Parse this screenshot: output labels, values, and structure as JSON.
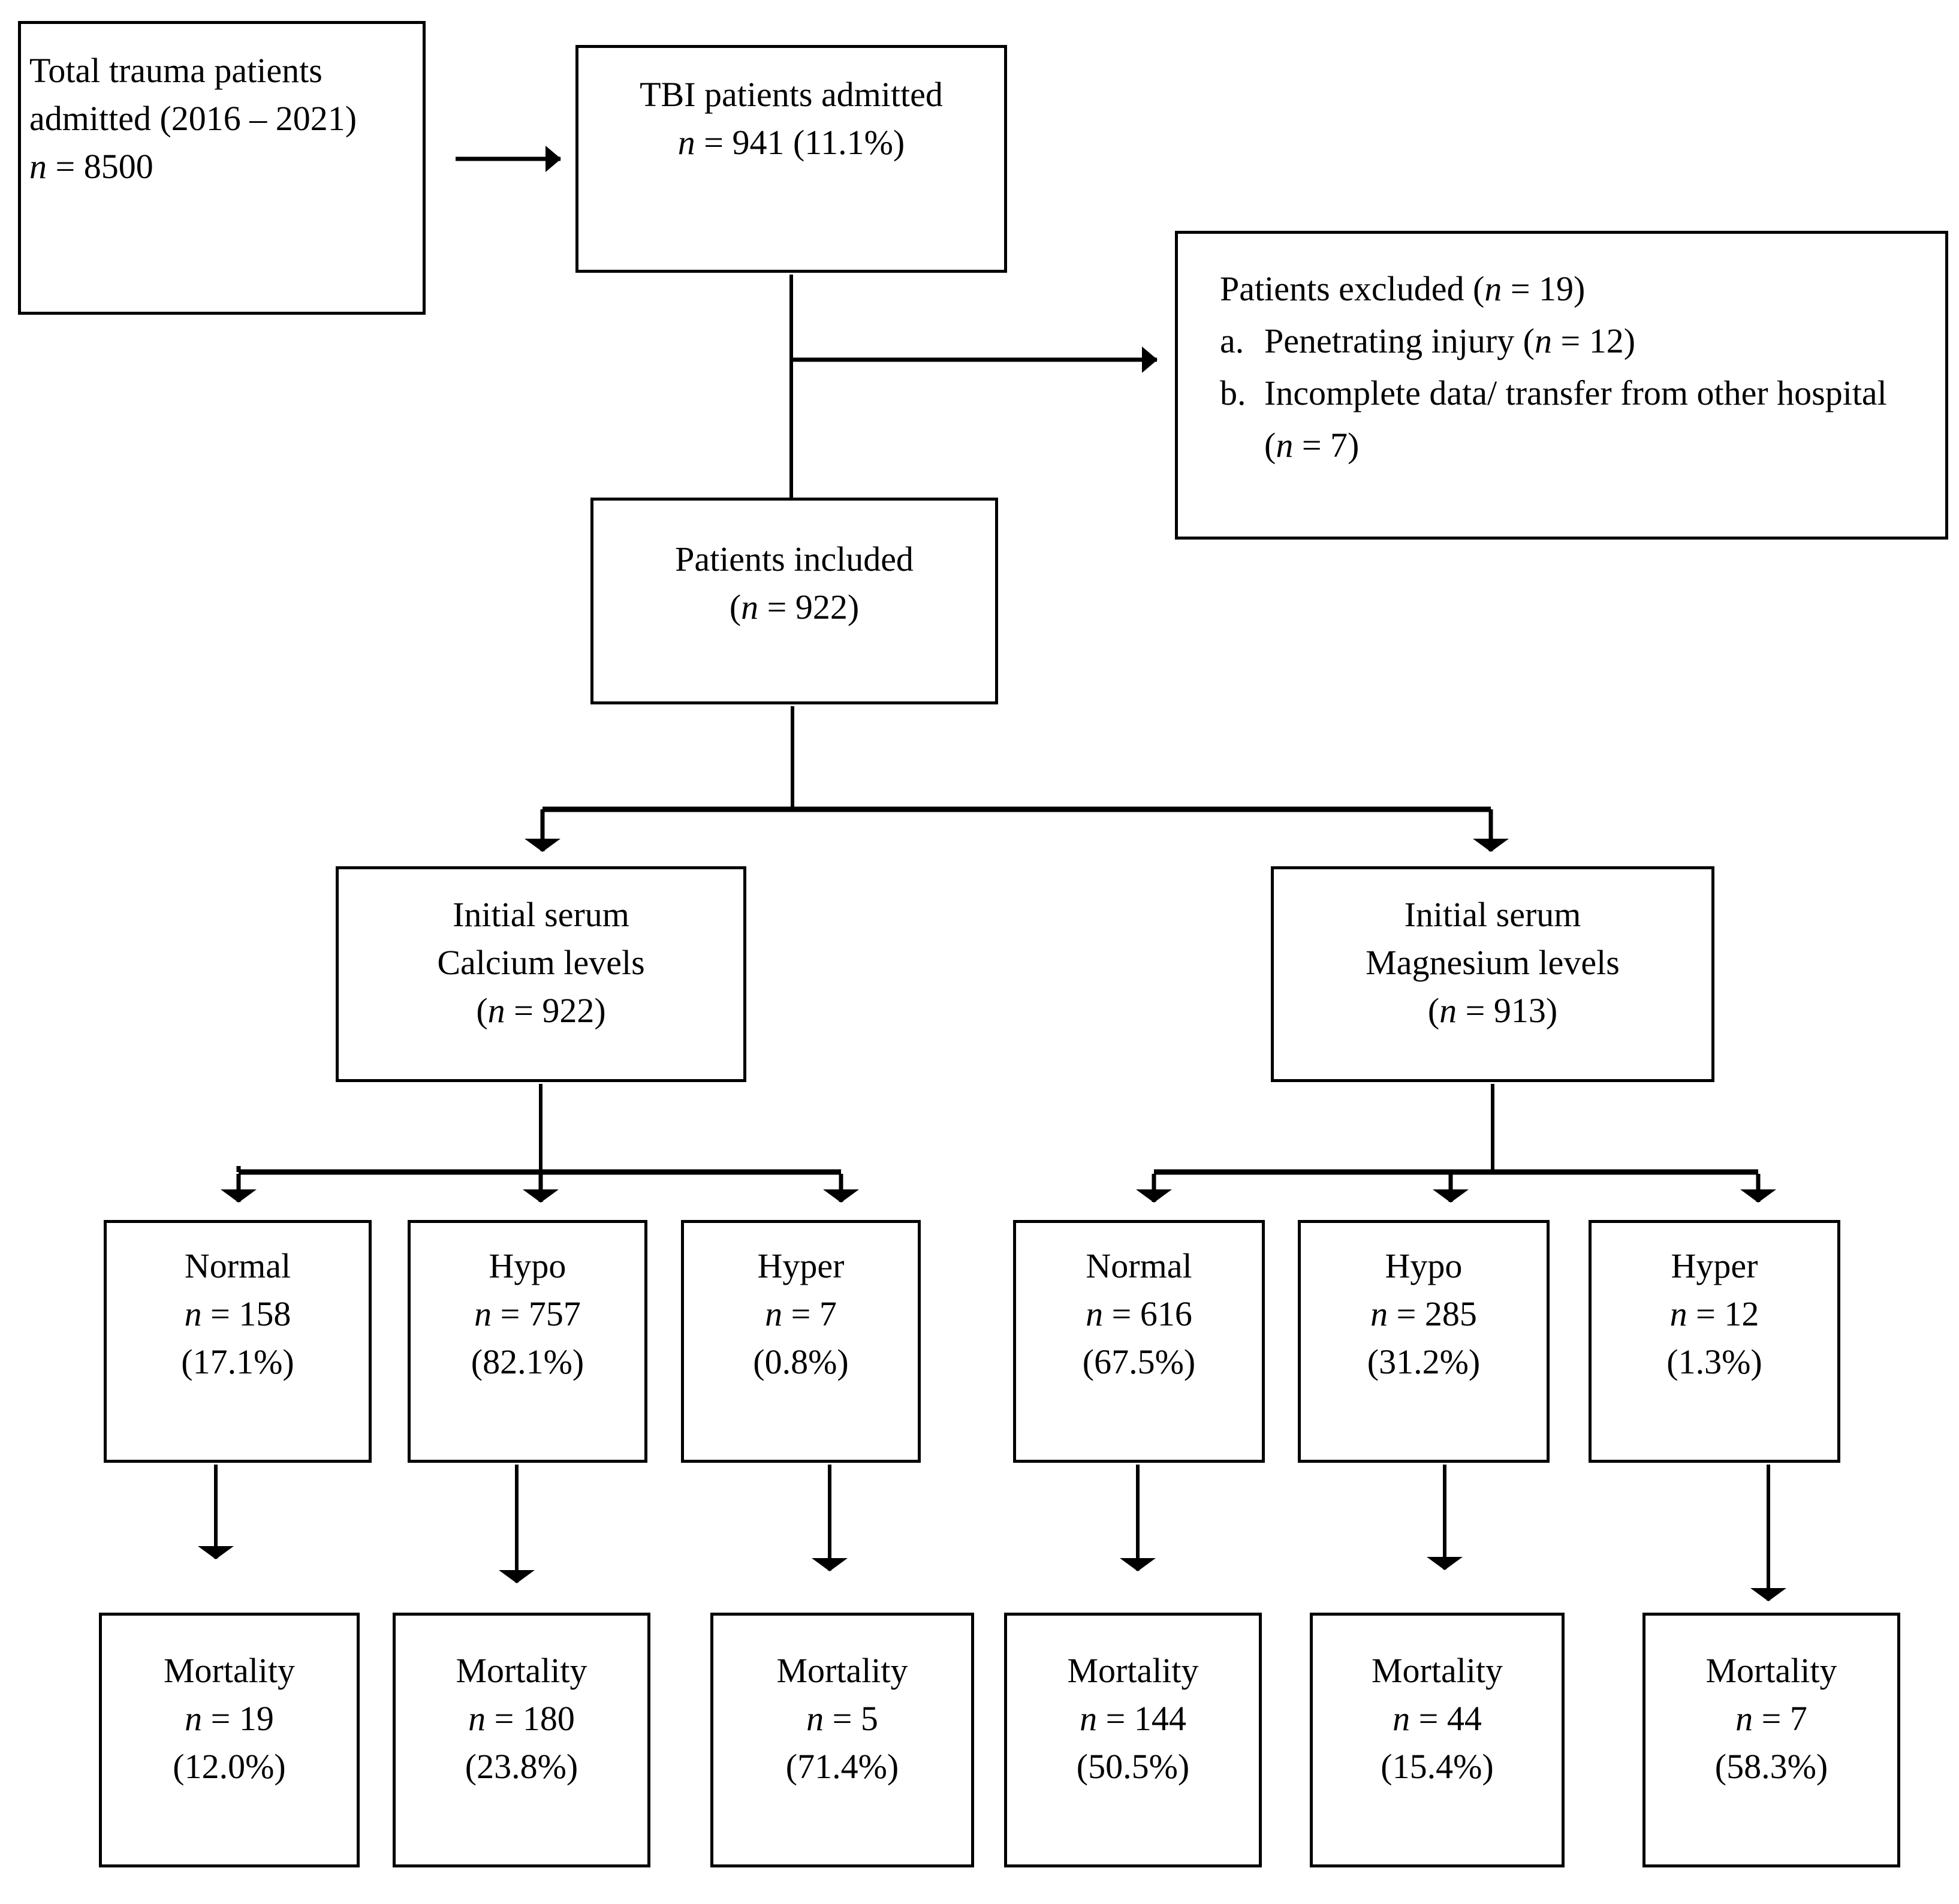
{
  "diagram": {
    "type": "flowchart",
    "title": "Patient selection flow diagram: serum calcium and magnesium levels in TBI patients",
    "ink_color": "#000000",
    "background_color": "#ffffff"
  },
  "nodes": {
    "total_trauma": {
      "name": "total-trauma-patients",
      "lines": [
        "Total trauma patients",
        "admitted (2016 – 2021)",
        "n = 8500"
      ],
      "value": 8500
    },
    "tbi_admitted": {
      "name": "tbi-patients-admitted",
      "lines": [
        "TBI patients admitted",
        "n = 941 (11.1%)"
      ],
      "value": 941,
      "percent": "11.1%"
    },
    "excluded": {
      "name": "patients-excluded",
      "header": "Patients excluded (n = 19)",
      "value": 19,
      "items": [
        {
          "marker": "a.",
          "text": "Penetrating injury (n = 12)",
          "value": 12
        },
        {
          "marker": "b.",
          "text": "Incomplete data/ transfer from other hospital (n = 7)",
          "value": 7
        }
      ]
    },
    "included": {
      "name": "patients-included",
      "lines": [
        "Patients included",
        "(n = 922)"
      ],
      "value": 922
    },
    "calcium": {
      "name": "initial-serum-calcium-levels",
      "lines": [
        "Initial serum",
        "Calcium levels",
        "(n = 922)"
      ],
      "value": 922
    },
    "magnesium": {
      "name": "initial-serum-magnesium-levels",
      "lines": [
        "Initial serum",
        "Magnesium levels",
        "(n = 913)"
      ],
      "value": 913
    }
  },
  "calcium_groups": [
    {
      "label": "Normal",
      "n": "n = 158",
      "pct": "(17.1%)",
      "value": 158,
      "percent": 17.1
    },
    {
      "label": "Hypo",
      "n": "n = 757",
      "pct": "(82.1%)",
      "value": 757,
      "percent": 82.1
    },
    {
      "label": "Hyper",
      "n": "n = 7",
      "pct": "(0.8%)",
      "value": 7,
      "percent": 0.8
    }
  ],
  "magnesium_groups": [
    {
      "label": "Normal",
      "n": "n = 616",
      "pct": "(67.5%)",
      "value": 616,
      "percent": 67.5
    },
    {
      "label": "Hypo",
      "n": "n = 285",
      "pct": "(31.2%)",
      "value": 285,
      "percent": 31.2
    },
    {
      "label": "Hyper",
      "n": "n = 12",
      "pct": "(1.3%)",
      "value": 12,
      "percent": 1.3
    }
  ],
  "calcium_mortality": [
    {
      "label": "Mortality",
      "n": "n = 19",
      "pct": "(12.0%)",
      "value": 19,
      "percent": 12.0
    },
    {
      "label": "Mortality",
      "n": "n = 180",
      "pct": "(23.8%)",
      "value": 180,
      "percent": 23.8
    },
    {
      "label": "Mortality",
      "n": "n = 5",
      "pct": "(71.4%)",
      "value": 5,
      "percent": 71.4
    }
  ],
  "magnesium_mortality": [
    {
      "label": "Mortality",
      "n": "n = 144",
      "pct": "(50.5%)",
      "value": 144,
      "percent": 50.5
    },
    {
      "label": "Mortality",
      "n": "n = 44",
      "pct": "(15.4%)",
      "value": 44,
      "percent": 15.4
    },
    {
      "label": "Mortality",
      "n": "n = 7",
      "pct": "(58.3%)",
      "value": 7,
      "percent": 58.3
    }
  ]
}
